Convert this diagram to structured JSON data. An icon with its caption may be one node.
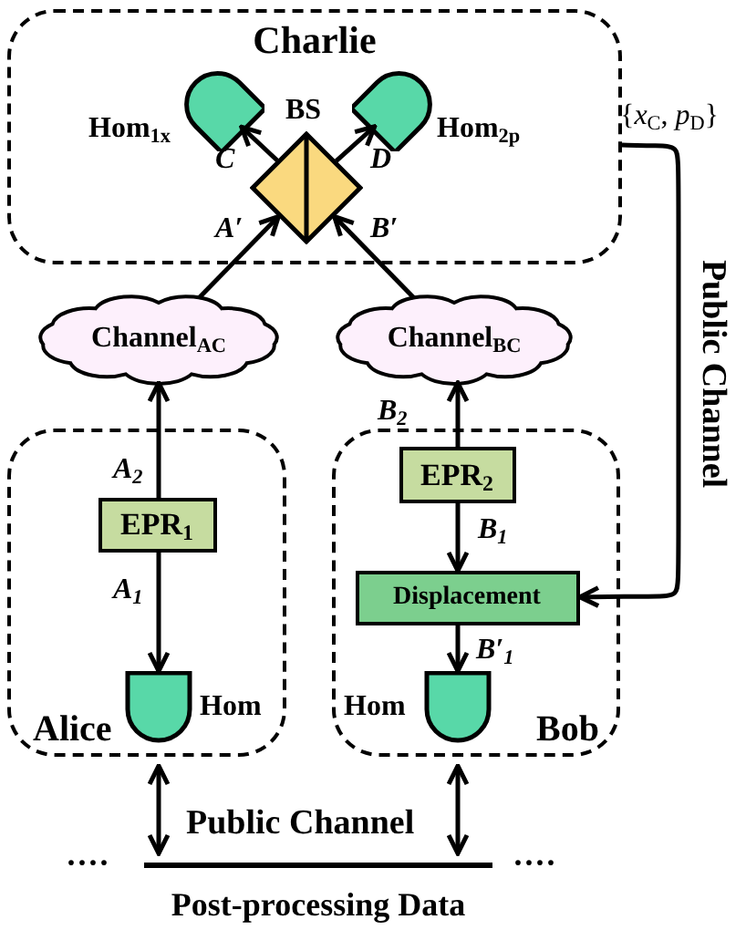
{
  "diagram": {
    "nodes": [
      {
        "text": [
          "Charlie"
        ]
      },
      {
        "text": [],
        "shape": "detector",
        "beside": [
          "Hom$_{1x}$"
        ],
        "in": 0
      },
      {
        "text": [],
        "shape": "diamond",
        "beside": [
          "BS"
        ],
        "in": 0
      },
      {
        "text": [],
        "shape": "detector",
        "beside": [
          "Hom$_{2p}$"
        ],
        "in": 0
      },
      {
        "text": [
          "Channel$_{AC}$"
        ]
      },
      {
        "text": [
          "Channel$_{BC}$"
        ]
      },
      {
        "text": [
          "Alice"
        ]
      },
      {
        "text": [
          "EPR$_{1}$"
        ],
        "in": 6
      },
      {
        "text": [],
        "shape": "detector",
        "beside": [
          "Hom"
        ],
        "in": 6
      },
      {
        "text": [
          "Bob"
        ]
      },
      {
        "text": [
          "EPR$_{2}$"
        ],
        "in": 9
      },
      {
        "text": [
          "Displacement"
        ],
        "in": 9
      },
      {
        "text": [],
        "shape": "detector",
        "beside": [
          "Hom"
        ],
        "in": 9
      },
      {
        "text": [
          "Post-processing Data"
        ]
      }
    ],
    "edges": [
      {
        "from": 2,
        "to": 1,
        "arrow": "to",
        "label": "C"
      },
      {
        "from": 2,
        "to": 3,
        "arrow": "to",
        "label": "D"
      },
      {
        "from": 4,
        "to": 2,
        "arrow": "to",
        "label": "A′"
      },
      {
        "from": 5,
        "to": 2,
        "arrow": "to",
        "label": "B′"
      },
      {
        "from": 7,
        "to": 4,
        "arrow": "to",
        "label": "A$_{2}$"
      },
      {
        "from": 7,
        "to": 8,
        "arrow": "to",
        "label": "A$_{1}$"
      },
      {
        "from": 10,
        "to": 5,
        "arrow": "to",
        "label": "B$_{2}$"
      },
      {
        "from": 10,
        "to": 11,
        "arrow": "to",
        "label": "B$_{1}$"
      },
      {
        "from": 11,
        "to": 12,
        "arrow": "to",
        "label": "B′$_{1}$"
      },
      {
        "from": 0,
        "to": 11,
        "arrow": "to",
        "label": "Public Channel"
      },
      {
        "from": 6,
        "to": 13,
        "arrow": "both"
      },
      {
        "from": 9,
        "to": 13,
        "arrow": "both"
      }
    ],
    "labels": [
      "{*x*$_{C}$, *p*$_{D}$}",
      "Public Channel",
      "····",
      "····"
    ]
  }
}
